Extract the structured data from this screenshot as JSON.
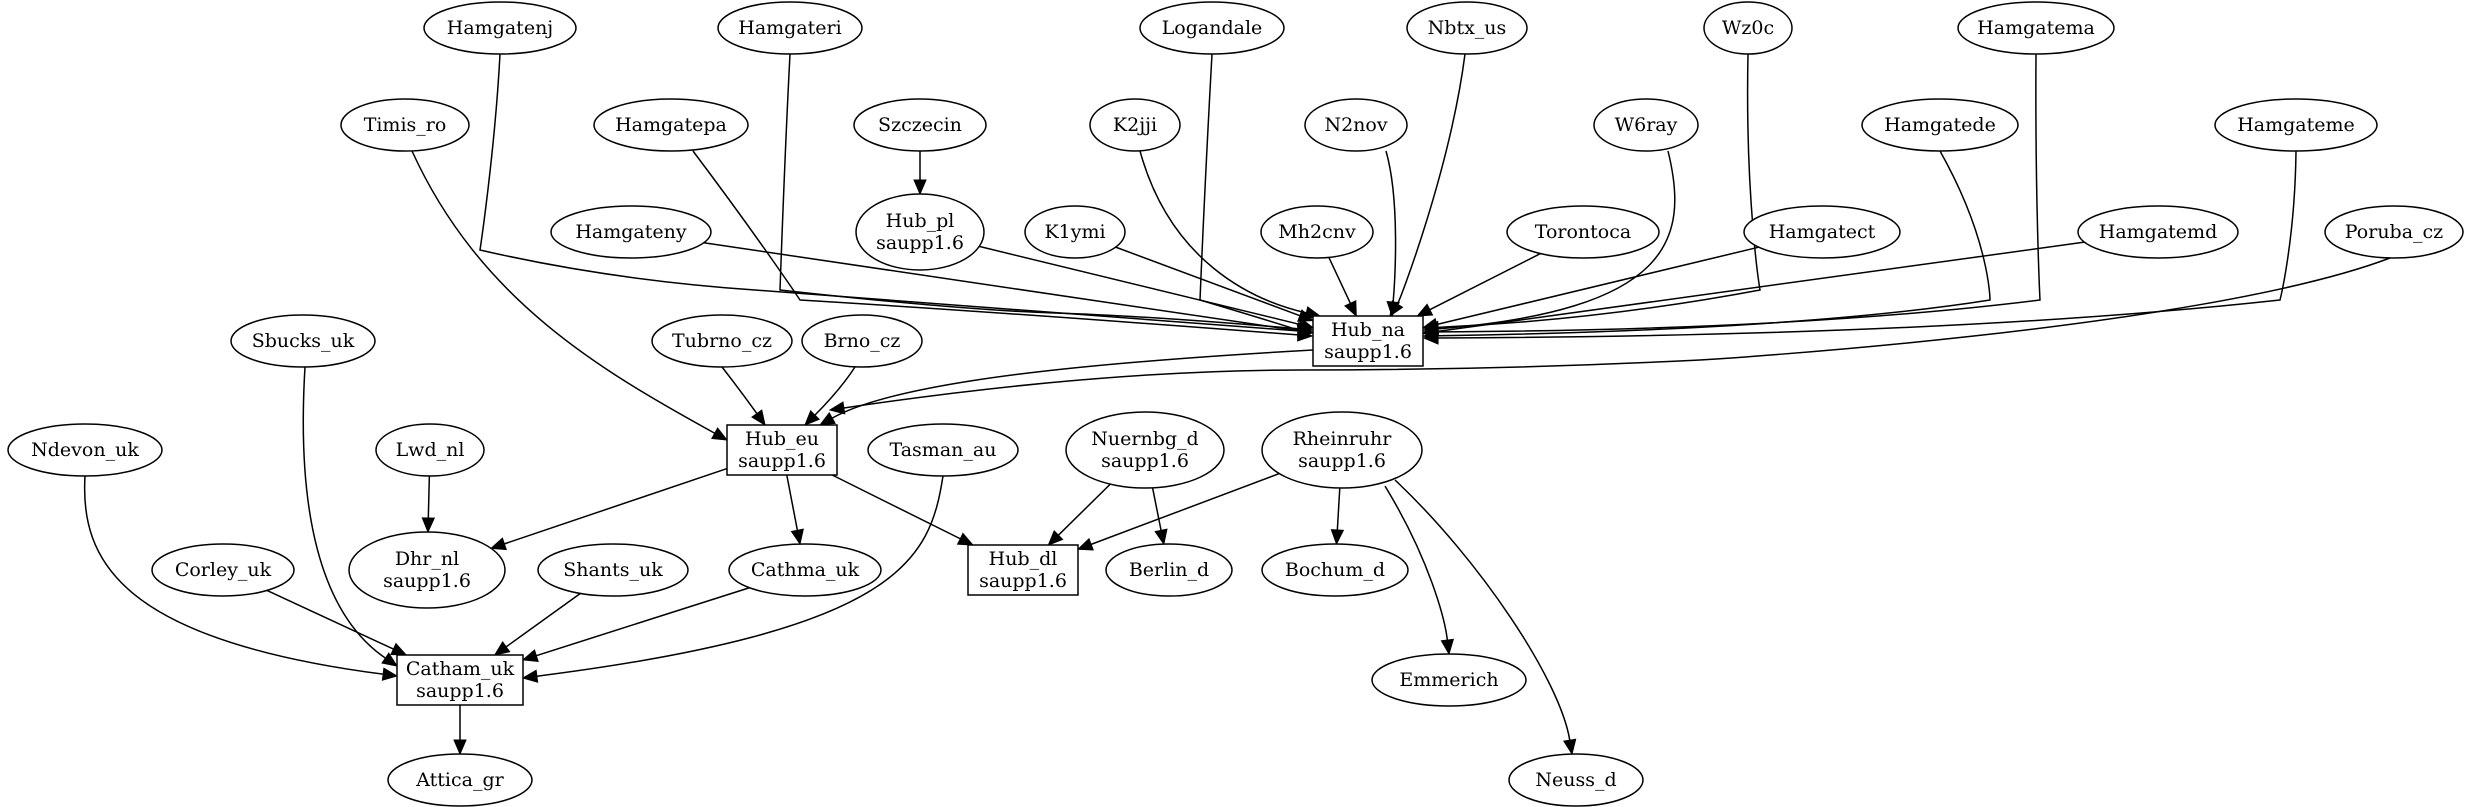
{
  "nodes": [
    {
      "id": "hamgatenj",
      "lines": [
        "Hamgatenj"
      ],
      "shape": "ellipse"
    },
    {
      "id": "hamgateri",
      "lines": [
        "Hamgateri"
      ],
      "shape": "ellipse"
    },
    {
      "id": "logandale",
      "lines": [
        "Logandale"
      ],
      "shape": "ellipse"
    },
    {
      "id": "nbtx_us",
      "lines": [
        "Nbtx_us"
      ],
      "shape": "ellipse"
    },
    {
      "id": "wz0c",
      "lines": [
        "Wz0c"
      ],
      "shape": "ellipse"
    },
    {
      "id": "hamgatema",
      "lines": [
        "Hamgatema"
      ],
      "shape": "ellipse"
    },
    {
      "id": "timis_ro",
      "lines": [
        "Timis_ro"
      ],
      "shape": "ellipse"
    },
    {
      "id": "hamgatepa",
      "lines": [
        "Hamgatepa"
      ],
      "shape": "ellipse"
    },
    {
      "id": "szczecin",
      "lines": [
        "Szczecin"
      ],
      "shape": "ellipse"
    },
    {
      "id": "k2jji",
      "lines": [
        "K2jji"
      ],
      "shape": "ellipse"
    },
    {
      "id": "n2nov",
      "lines": [
        "N2nov"
      ],
      "shape": "ellipse"
    },
    {
      "id": "w6ray",
      "lines": [
        "W6ray"
      ],
      "shape": "ellipse"
    },
    {
      "id": "hamgatede",
      "lines": [
        "Hamgatede"
      ],
      "shape": "ellipse"
    },
    {
      "id": "hamgateme",
      "lines": [
        "Hamgateme"
      ],
      "shape": "ellipse"
    },
    {
      "id": "hamgateny",
      "lines": [
        "Hamgateny"
      ],
      "shape": "ellipse"
    },
    {
      "id": "hub_pl",
      "lines": [
        "Hub_pl",
        "saupp1.6"
      ],
      "shape": "ellipse"
    },
    {
      "id": "k1ymi",
      "lines": [
        "K1ymi"
      ],
      "shape": "ellipse"
    },
    {
      "id": "mh2cnv",
      "lines": [
        "Mh2cnv"
      ],
      "shape": "ellipse"
    },
    {
      "id": "torontoca",
      "lines": [
        "Torontoca"
      ],
      "shape": "ellipse"
    },
    {
      "id": "hamgatect",
      "lines": [
        "Hamgatect"
      ],
      "shape": "ellipse"
    },
    {
      "id": "hamgatemd",
      "lines": [
        "Hamgatemd"
      ],
      "shape": "ellipse"
    },
    {
      "id": "poruba_cz",
      "lines": [
        "Poruba_cz"
      ],
      "shape": "ellipse"
    },
    {
      "id": "sbucks_uk",
      "lines": [
        "Sbucks_uk"
      ],
      "shape": "ellipse"
    },
    {
      "id": "tubrno_cz",
      "lines": [
        "Tubrno_cz"
      ],
      "shape": "ellipse"
    },
    {
      "id": "brno_cz",
      "lines": [
        "Brno_cz"
      ],
      "shape": "ellipse"
    },
    {
      "id": "hub_na",
      "lines": [
        "Hub_na",
        "saupp1.6"
      ],
      "shape": "box"
    },
    {
      "id": "ndevon_uk",
      "lines": [
        "Ndevon_uk"
      ],
      "shape": "ellipse"
    },
    {
      "id": "lwd_nl",
      "lines": [
        "Lwd_nl"
      ],
      "shape": "ellipse"
    },
    {
      "id": "hub_eu",
      "lines": [
        "Hub_eu",
        "saupp1.6"
      ],
      "shape": "box"
    },
    {
      "id": "tasman_au",
      "lines": [
        "Tasman_au"
      ],
      "shape": "ellipse"
    },
    {
      "id": "nuernbg_d",
      "lines": [
        "Nuernbg_d",
        "saupp1.6"
      ],
      "shape": "ellipse"
    },
    {
      "id": "rheinruhr",
      "lines": [
        "Rheinruhr",
        "saupp1.6"
      ],
      "shape": "ellipse"
    },
    {
      "id": "corley_uk",
      "lines": [
        "Corley_uk"
      ],
      "shape": "ellipse"
    },
    {
      "id": "dhr_nl",
      "lines": [
        "Dhr_nl",
        "saupp1.6"
      ],
      "shape": "ellipse"
    },
    {
      "id": "shants_uk",
      "lines": [
        "Shants_uk"
      ],
      "shape": "ellipse"
    },
    {
      "id": "cathma_uk",
      "lines": [
        "Cathma_uk"
      ],
      "shape": "ellipse"
    },
    {
      "id": "hub_dl",
      "lines": [
        "Hub_dl",
        "saupp1.6"
      ],
      "shape": "box"
    },
    {
      "id": "berlin_d",
      "lines": [
        "Berlin_d"
      ],
      "shape": "ellipse"
    },
    {
      "id": "bochum_d",
      "lines": [
        "Bochum_d"
      ],
      "shape": "ellipse"
    },
    {
      "id": "catham_uk",
      "lines": [
        "Catham_uk",
        "saupp1.6"
      ],
      "shape": "box"
    },
    {
      "id": "emmerich",
      "lines": [
        "Emmerich"
      ],
      "shape": "ellipse"
    },
    {
      "id": "attica_gr",
      "lines": [
        "Attica_gr"
      ],
      "shape": "ellipse"
    },
    {
      "id": "neuss_d",
      "lines": [
        "Neuss_d"
      ],
      "shape": "ellipse"
    }
  ],
  "edges": [
    {
      "from": "hamgatenj",
      "to": "hub_na"
    },
    {
      "from": "hamgateri",
      "to": "hub_na"
    },
    {
      "from": "logandale",
      "to": "hub_na"
    },
    {
      "from": "nbtx_us",
      "to": "hub_na"
    },
    {
      "from": "wz0c",
      "to": "hub_na"
    },
    {
      "from": "hamgatema",
      "to": "hub_na"
    },
    {
      "from": "hamgatepa",
      "to": "hub_na"
    },
    {
      "from": "k2jji",
      "to": "hub_na"
    },
    {
      "from": "n2nov",
      "to": "hub_na"
    },
    {
      "from": "w6ray",
      "to": "hub_na"
    },
    {
      "from": "hamgatede",
      "to": "hub_na"
    },
    {
      "from": "hamgateme",
      "to": "hub_na"
    },
    {
      "from": "hamgateny",
      "to": "hub_na"
    },
    {
      "from": "hub_pl",
      "to": "hub_na"
    },
    {
      "from": "k1ymi",
      "to": "hub_na"
    },
    {
      "from": "mh2cnv",
      "to": "hub_na"
    },
    {
      "from": "torontoca",
      "to": "hub_na"
    },
    {
      "from": "hamgatect",
      "to": "hub_na"
    },
    {
      "from": "hamgatemd",
      "to": "hub_na"
    },
    {
      "from": "szczecin",
      "to": "hub_pl"
    },
    {
      "from": "timis_ro",
      "to": "hub_eu"
    },
    {
      "from": "tubrno_cz",
      "to": "hub_eu"
    },
    {
      "from": "brno_cz",
      "to": "hub_eu"
    },
    {
      "from": "hub_na",
      "to": "hub_eu"
    },
    {
      "from": "poruba_cz",
      "to": "hub_eu"
    },
    {
      "from": "lwd_nl",
      "to": "dhr_nl"
    },
    {
      "from": "hub_eu",
      "to": "dhr_nl"
    },
    {
      "from": "hub_eu",
      "to": "cathma_uk"
    },
    {
      "from": "hub_eu",
      "to": "hub_dl"
    },
    {
      "from": "nuernbg_d",
      "to": "hub_dl"
    },
    {
      "from": "nuernbg_d",
      "to": "berlin_d"
    },
    {
      "from": "rheinruhr",
      "to": "hub_dl"
    },
    {
      "from": "rheinruhr",
      "to": "bochum_d"
    },
    {
      "from": "rheinruhr",
      "to": "emmerich"
    },
    {
      "from": "rheinruhr",
      "to": "neuss_d"
    },
    {
      "from": "sbucks_uk",
      "to": "catham_uk"
    },
    {
      "from": "ndevon_uk",
      "to": "catham_uk"
    },
    {
      "from": "corley_uk",
      "to": "catham_uk"
    },
    {
      "from": "shants_uk",
      "to": "catham_uk"
    },
    {
      "from": "cathma_uk",
      "to": "catham_uk"
    },
    {
      "from": "tasman_au",
      "to": "catham_uk"
    },
    {
      "from": "catham_uk",
      "to": "attica_gr"
    }
  ]
}
